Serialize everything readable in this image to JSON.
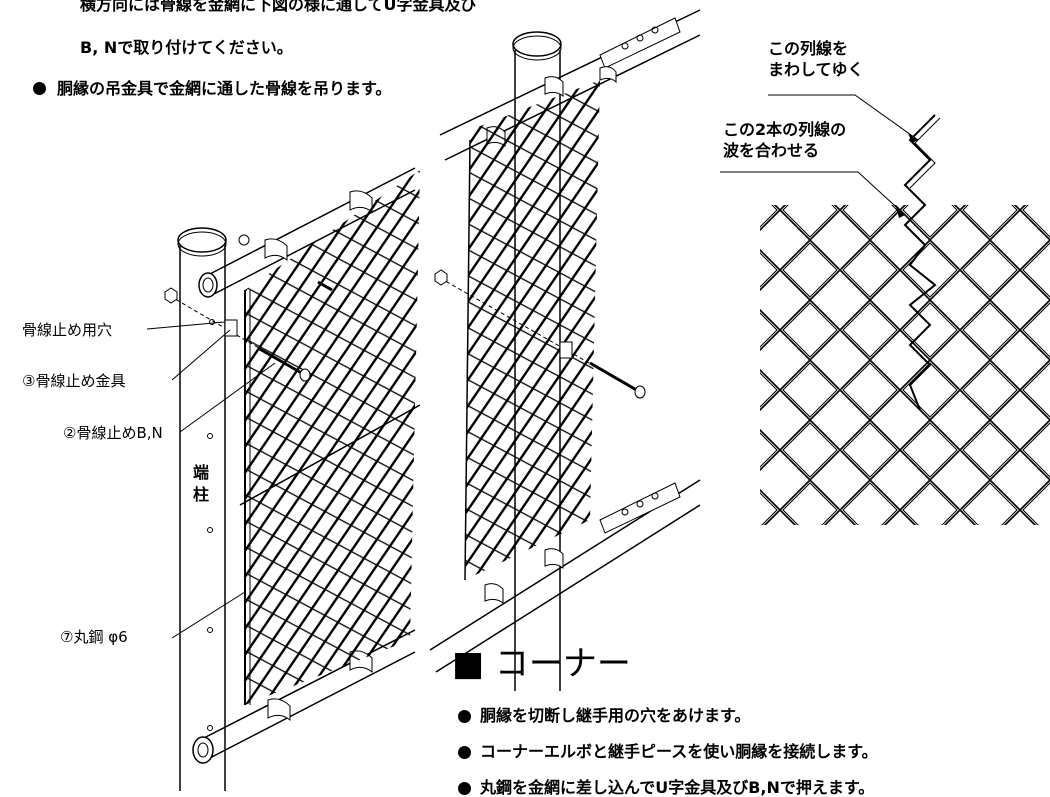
{
  "instructions": {
    "line1": "横方向には骨線を金網に下図の様に通してU字金具及び",
    "line2": "B, Nで取り付けてください。",
    "line3": "胴縁の吊金具で金網に通した骨線を吊ります。"
  },
  "labels": {
    "hole": "骨線止め用穴",
    "fitting": "③骨線止め金具",
    "bolt": "②骨線止めB,N",
    "rod": "⑦丸鋼 φ6",
    "end_post_1": "端",
    "end_post_2": "柱"
  },
  "notes": {
    "rotate_1": "この列線を",
    "rotate_2": "まわしてゆく",
    "align_1": "この2本の列線の",
    "align_2": "波を合わせる"
  },
  "corner": {
    "title": "■ コーナー",
    "items": [
      "胴縁を切断し継手用の穴をあけます。",
      "コーナーエルボと継手ピースを使い胴縁を接続します。",
      "丸鋼を金網に差し込んでU字金具及びB,Nで押えます。"
    ]
  }
}
